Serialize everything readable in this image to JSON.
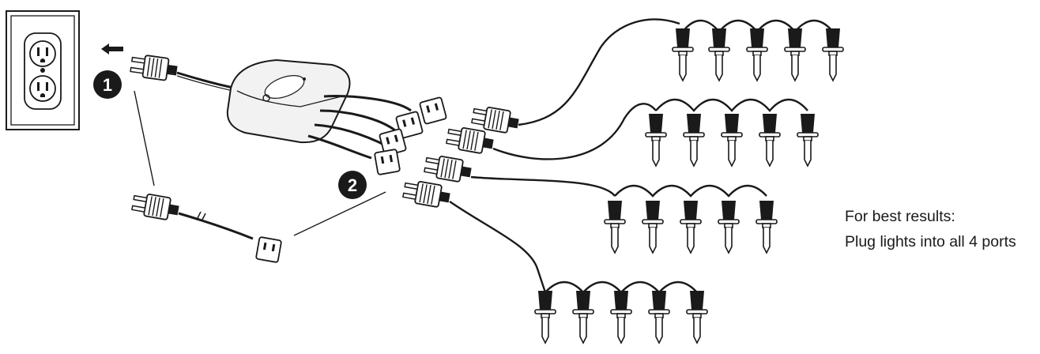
{
  "steps": {
    "step1": "1",
    "step2": "2"
  },
  "caption": {
    "line1": "For best results:",
    "line2": "Plug lights into all 4 ports"
  },
  "icons": {
    "wall_outlet": "wall-outlet-icon",
    "arrow": "arrow-left-icon",
    "hub": "power-hub-icon",
    "extension_cord": "extension-cord-icon",
    "plug": "plug-icon",
    "bulb": "bulb-icon"
  },
  "colors": {
    "line": "#1a1a1a",
    "badge": "#1a1a1a",
    "hub_fill": "#f2f2f2"
  }
}
